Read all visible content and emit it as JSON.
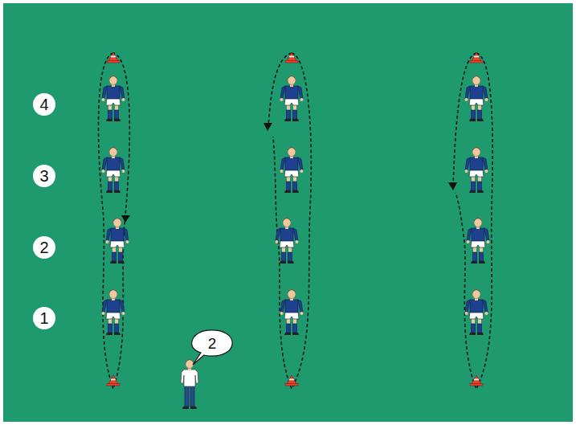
{
  "diagram": {
    "nodes": [
      {
        "text": [
          "4"
        ]
      },
      {
        "text": [
          "3"
        ]
      },
      {
        "text": [
          "2"
        ]
      },
      {
        "text": [
          "1"
        ]
      },
      {
        "text": [
          "2"
        ]
      }
    ]
  }
}
